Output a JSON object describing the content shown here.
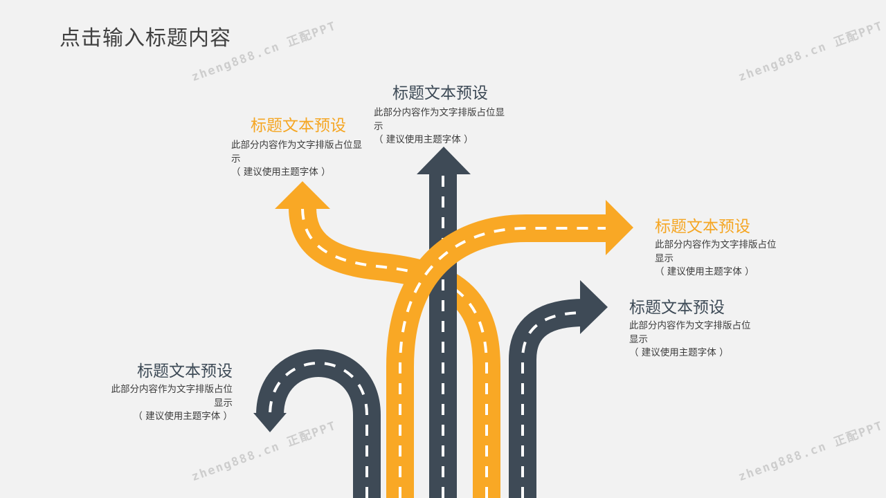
{
  "title": "点击输入标题内容",
  "colors": {
    "orange": "#f9a825",
    "dark": "#3e4a56",
    "background": "#f2f2f2"
  },
  "blocks": {
    "top_center": {
      "heading": "标题文本预设",
      "lines": [
        "此部分内容作为文字排版占位显",
        "示",
        "（ 建议使用主题字体 ）"
      ]
    },
    "top_left": {
      "heading": "标题文本预设",
      "lines": [
        "此部分内容作为文字排版占位显",
        "示",
        "（ 建议使用主题字体 ）"
      ]
    },
    "right_upper": {
      "heading": "标题文本预设",
      "lines": [
        "此部分内容作为文字排版占位",
        "显示",
        "（ 建议使用主题字体 ）"
      ]
    },
    "right_lower": {
      "heading": "标题文本预设",
      "lines": [
        "此部分内容作为文字排版占位",
        "显示",
        "（ 建议使用主题字体 ）"
      ]
    },
    "bottom_left": {
      "heading": "标题文本预设",
      "lines": [
        "此部分内容作为文字排版占位",
        "显示",
        "（ 建议使用主题字体 ）"
      ]
    }
  },
  "watermark": "zheng888.cn 正配PPT"
}
